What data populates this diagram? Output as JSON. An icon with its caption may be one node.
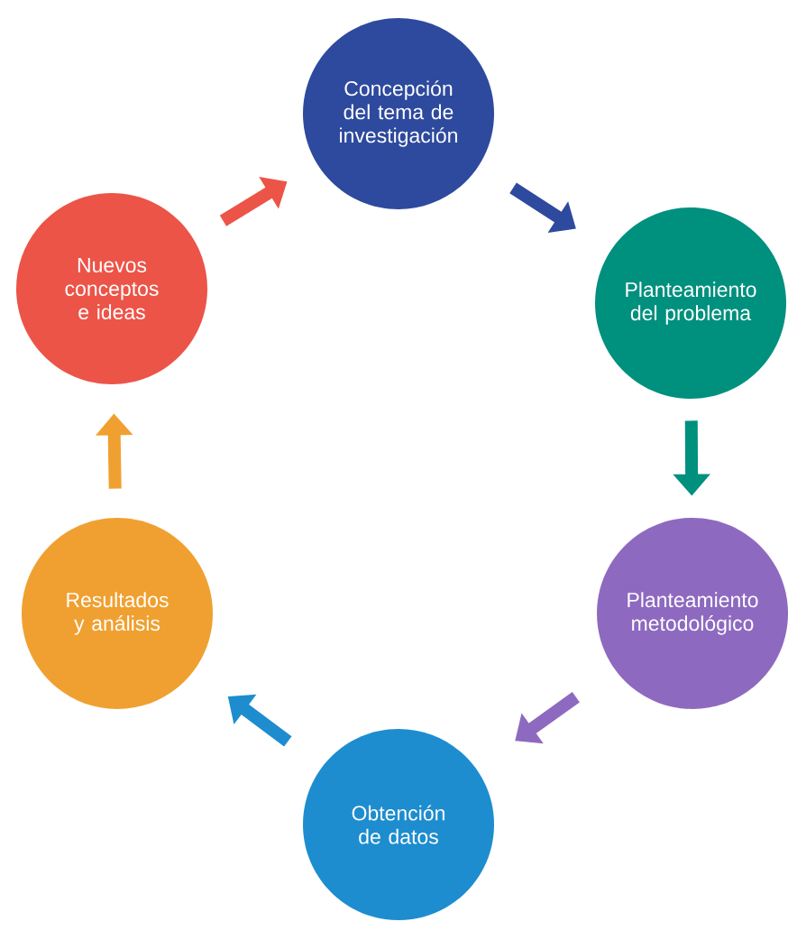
{
  "diagram": {
    "nodes": [
      {
        "text": [
          "Concepción del tema de investigación"
        ]
      },
      {
        "text": [
          "Planteamiento del problema"
        ]
      },
      {
        "text": [
          "Planteamiento metodológico"
        ]
      },
      {
        "text": [
          "Obtención de datos"
        ]
      },
      {
        "text": [
          "Resultados y análisis"
        ]
      },
      {
        "text": [
          "Nuevos conceptos e ideas"
        ]
      }
    ],
    "edges": [
      {
        "from": 0,
        "to": 1,
        "arrow": "to",
        "color": "#2e4a9e"
      },
      {
        "from": 1,
        "to": 2,
        "arrow": "to",
        "color": "#00907e"
      },
      {
        "from": 2,
        "to": 3,
        "arrow": "to",
        "color": "#8e69c0"
      },
      {
        "from": 3,
        "to": 4,
        "arrow": "to",
        "color": "#1d8dcf"
      },
      {
        "from": 4,
        "to": 5,
        "arrow": "to",
        "color": "#f0a030"
      },
      {
        "from": 5,
        "to": 0,
        "arrow": "to",
        "color": "#ec5448"
      }
    ]
  }
}
